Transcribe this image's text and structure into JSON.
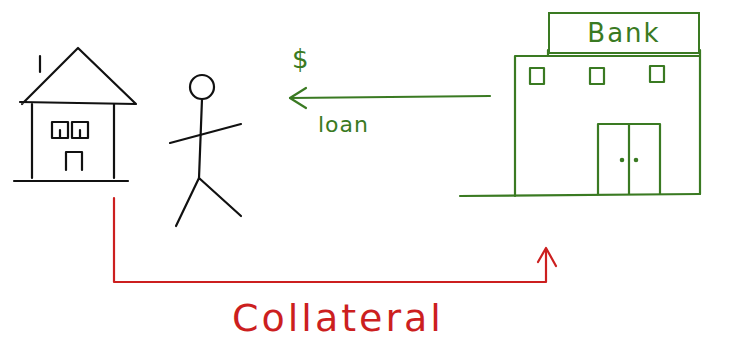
{
  "diagram": {
    "nodes": [
      {
        "text": [
          "Bank"
        ]
      }
    ],
    "labels": [
      "$",
      "loan",
      "Collateral"
    ]
  }
}
